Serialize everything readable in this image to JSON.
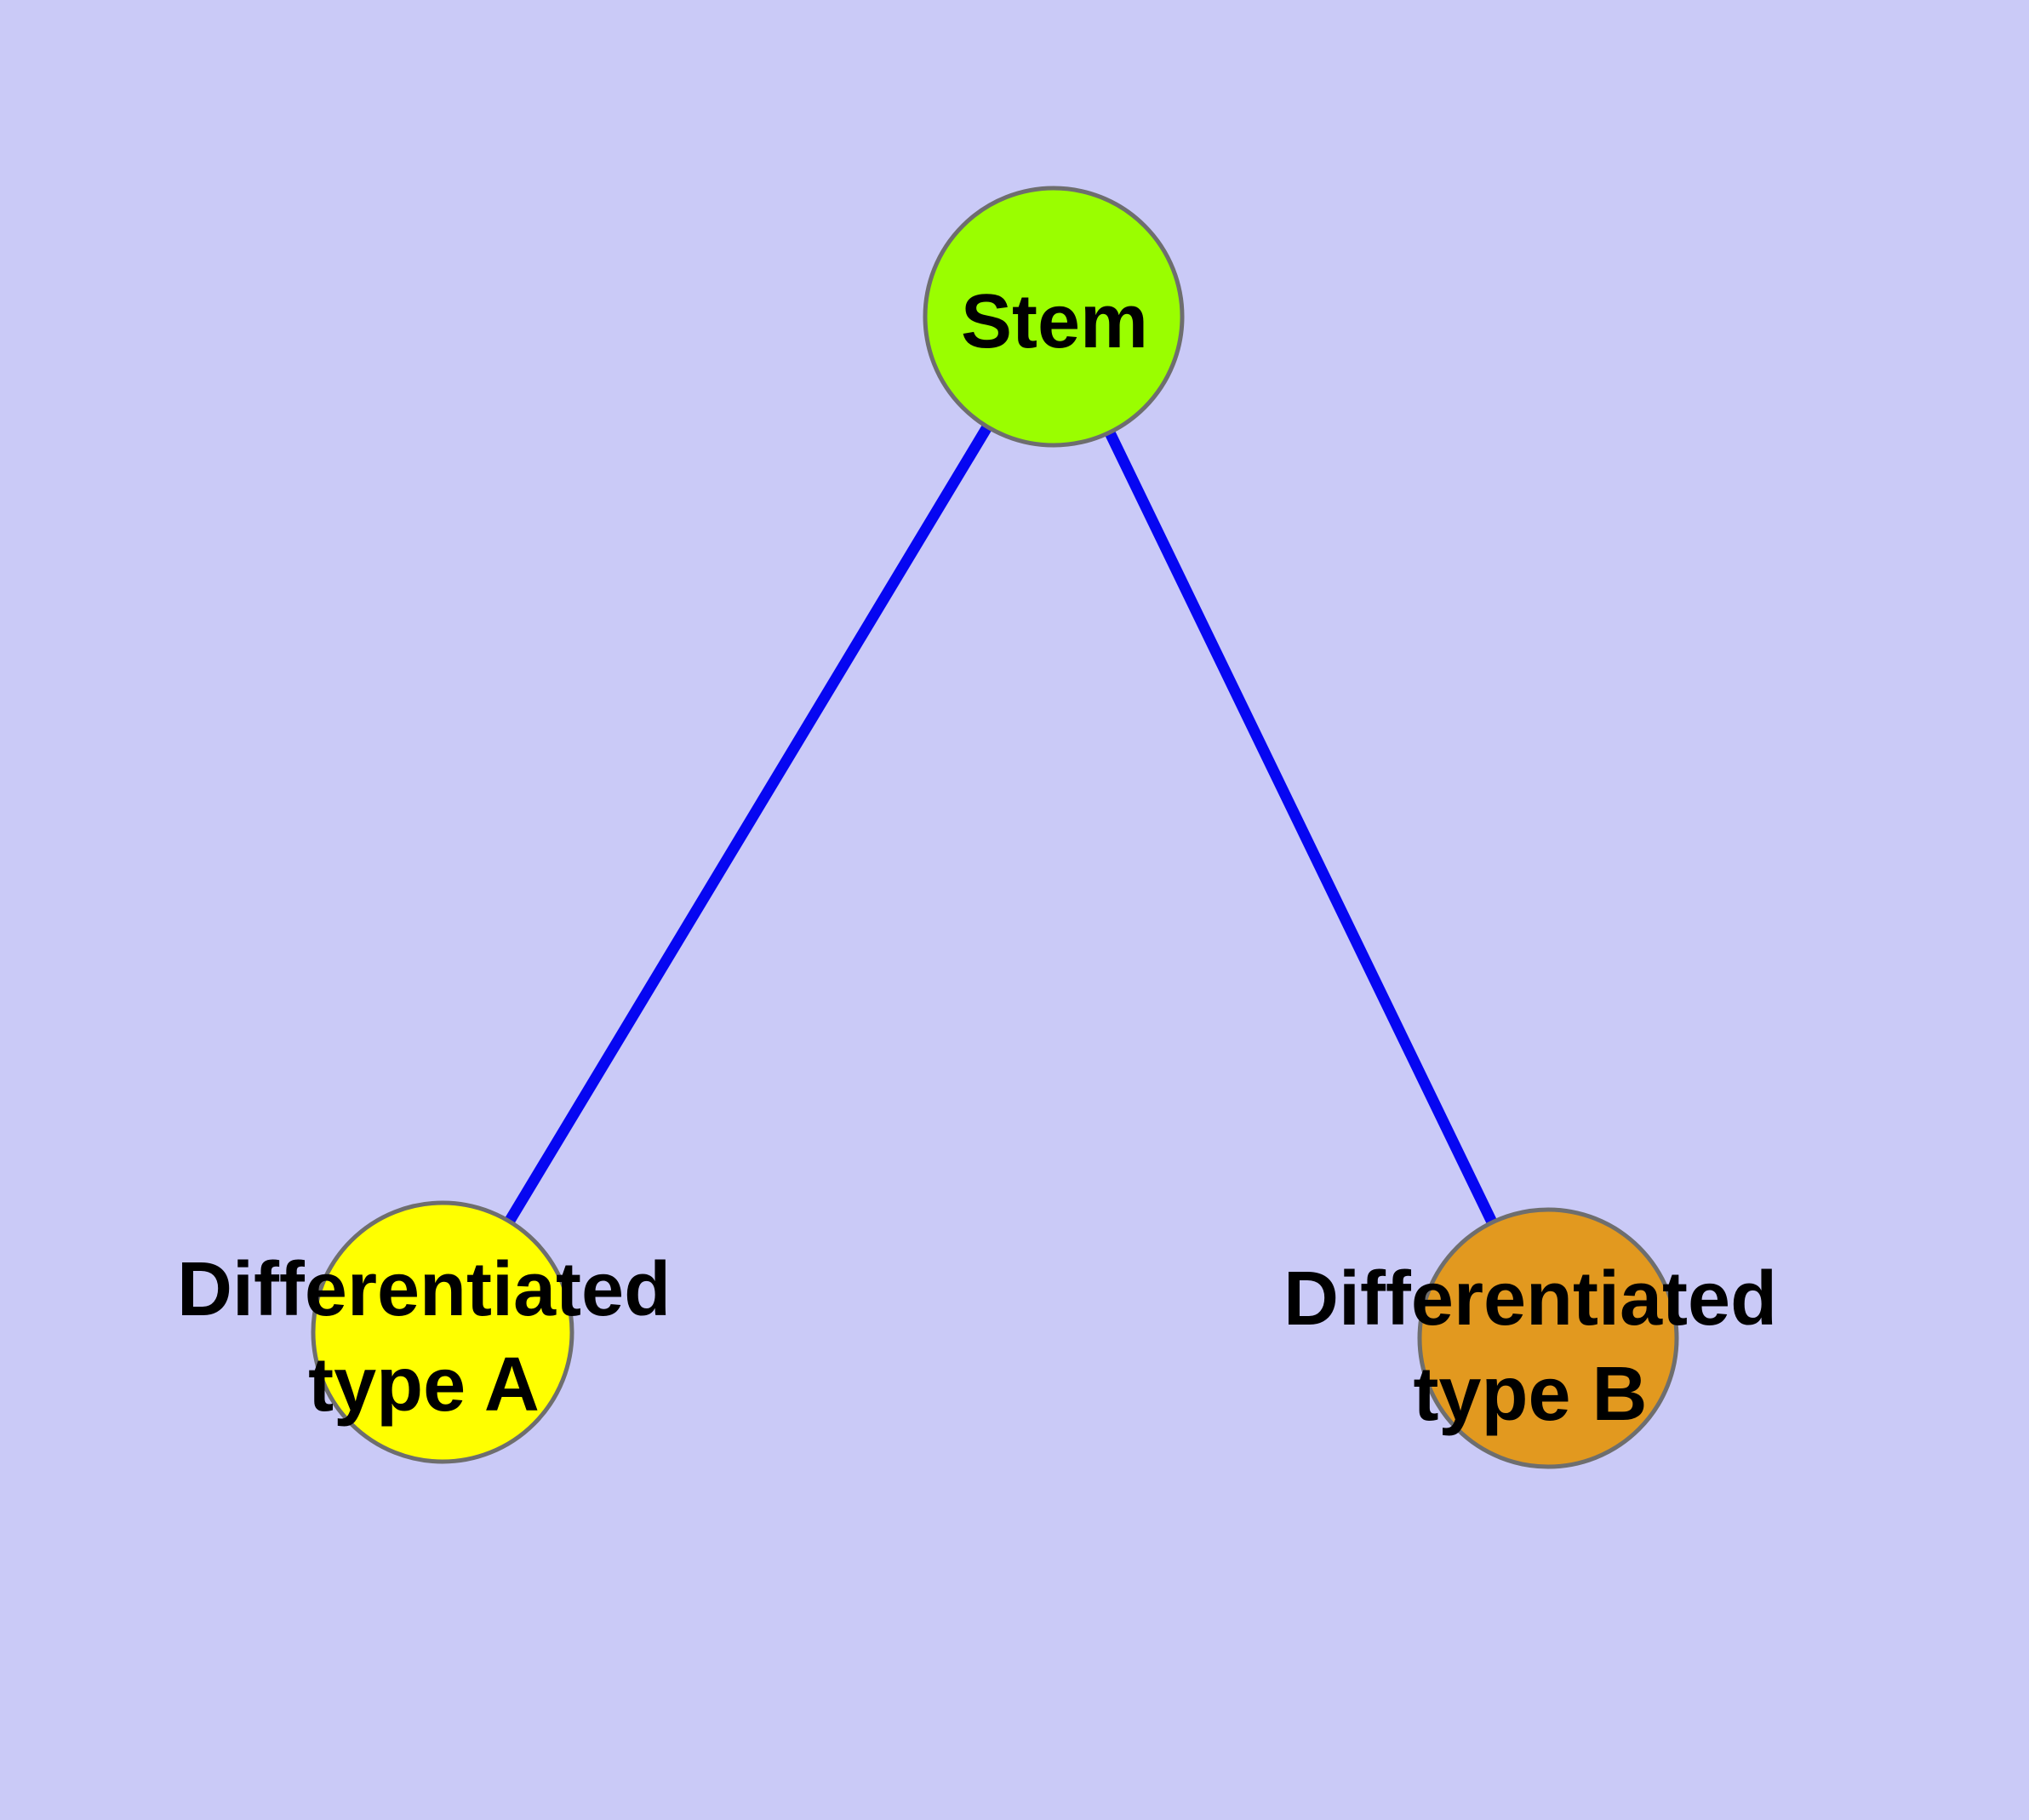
{
  "diagram": {
    "type": "graph",
    "background_color": "#CACAF7",
    "edge_color": "#0606F2",
    "node_border_color": "#6E6E6E",
    "text_color": "#000000",
    "nodes": [
      {
        "id": "stem",
        "label": "Stem",
        "fill": "#9AFE00"
      },
      {
        "id": "type-a",
        "label": "Differentiated\ntype A",
        "fill": "#FFFF00"
      },
      {
        "id": "type-b",
        "label": "Differentiated\ntype B",
        "fill": "#E2991F"
      }
    ],
    "edges": [
      {
        "from": "stem",
        "to": "type-a"
      },
      {
        "from": "stem",
        "to": "type-b"
      }
    ]
  }
}
